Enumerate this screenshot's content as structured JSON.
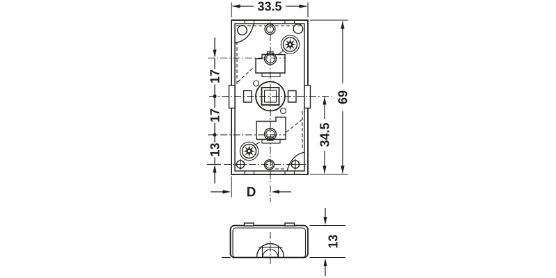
{
  "drawing": {
    "type": "technical-dimension-drawing",
    "views": [
      "front-view-lock-case",
      "side-view-lock-case"
    ]
  },
  "colors": {
    "line": "#1d1d1b",
    "background": "#ffffff"
  },
  "dimensions": {
    "overall_width": "33.5",
    "overall_height": "69",
    "center_to_bottom": "34.5",
    "top_to_spindle": "17",
    "spindle_to_cylinder": "17",
    "cylinder_to_holes": "13",
    "backset": "D",
    "case_depth": "13"
  }
}
